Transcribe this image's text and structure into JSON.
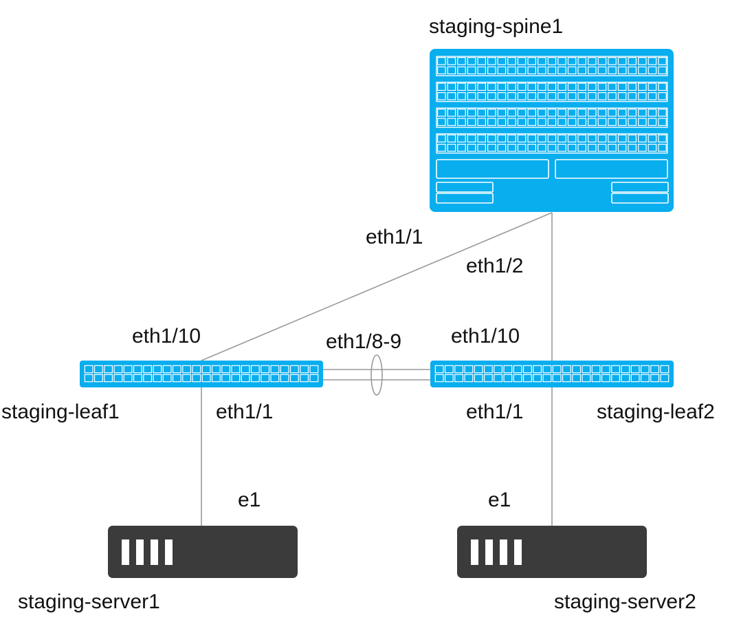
{
  "colors": {
    "switch": "#09AEEE",
    "switch_grid": "#ffffff",
    "server": "#3b3b3b",
    "server_ports": "#ffffff",
    "link": "#999999",
    "text": "#111111"
  },
  "devices": {
    "spine1": {
      "name": "staging-spine1",
      "icon": "spine-switch-icon"
    },
    "leaf1": {
      "name": "staging-leaf1",
      "icon": "leaf-switch-icon"
    },
    "leaf2": {
      "name": "staging-leaf2",
      "icon": "leaf-switch-icon"
    },
    "server1": {
      "name": "staging-server1",
      "icon": "server-icon"
    },
    "server2": {
      "name": "staging-server2",
      "icon": "server-icon"
    }
  },
  "links": [
    {
      "from": "staging-spine1",
      "from_port": "eth1/1",
      "to": "staging-leaf1",
      "to_port": "eth1/10"
    },
    {
      "from": "staging-spine1",
      "from_port": "eth1/2",
      "to": "staging-leaf2",
      "to_port": "eth1/10"
    },
    {
      "from": "staging-leaf1",
      "from_port": "eth1/8-9",
      "to": "staging-leaf2",
      "to_port": "eth1/8-9",
      "bundle": true
    },
    {
      "from": "staging-leaf1",
      "from_port": "eth1/1",
      "to": "staging-server1",
      "to_port": "e1"
    },
    {
      "from": "staging-leaf2",
      "from_port": "eth1/1",
      "to": "staging-server2",
      "to_port": "e1"
    }
  ],
  "port_labels": {
    "spine_to_leaf1": "eth1/1",
    "spine_to_leaf2": "eth1/2",
    "leaf1_uplink": "eth1/10",
    "leaf2_uplink": "eth1/10",
    "peer_link": "eth1/8-9",
    "leaf1_downlink": "eth1/1",
    "leaf2_downlink": "eth1/1",
    "server1_port": "e1",
    "server2_port": "e1"
  }
}
